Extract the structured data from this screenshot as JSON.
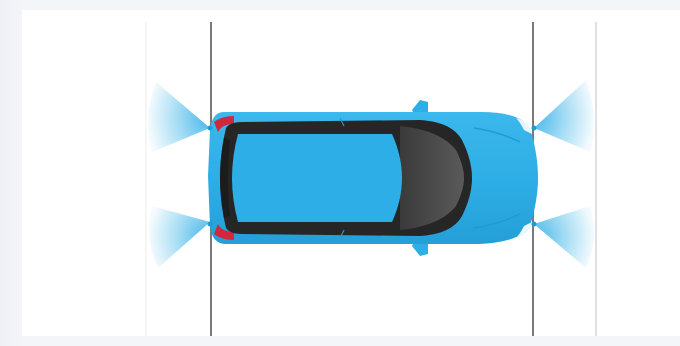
{
  "diagram": {
    "colors": {
      "page_background": "#f4f5f9",
      "panel_background": "#ffffff",
      "parking_line": "#7a7a7a",
      "parking_line_light": "#cfcfcf",
      "car_body": "#2eaee6",
      "car_body_shade": "#1f9ad2",
      "glass": "#2b2b2b",
      "glass_highlight": "#555555",
      "roof": "#2eaee6",
      "tail_light": "#d0283c",
      "sensor_beam": "#2eaee6"
    },
    "sensors": [
      {
        "name": "rear-left-sensor"
      },
      {
        "name": "rear-right-sensor"
      },
      {
        "name": "front-left-sensor"
      },
      {
        "name": "front-right-sensor"
      }
    ]
  }
}
